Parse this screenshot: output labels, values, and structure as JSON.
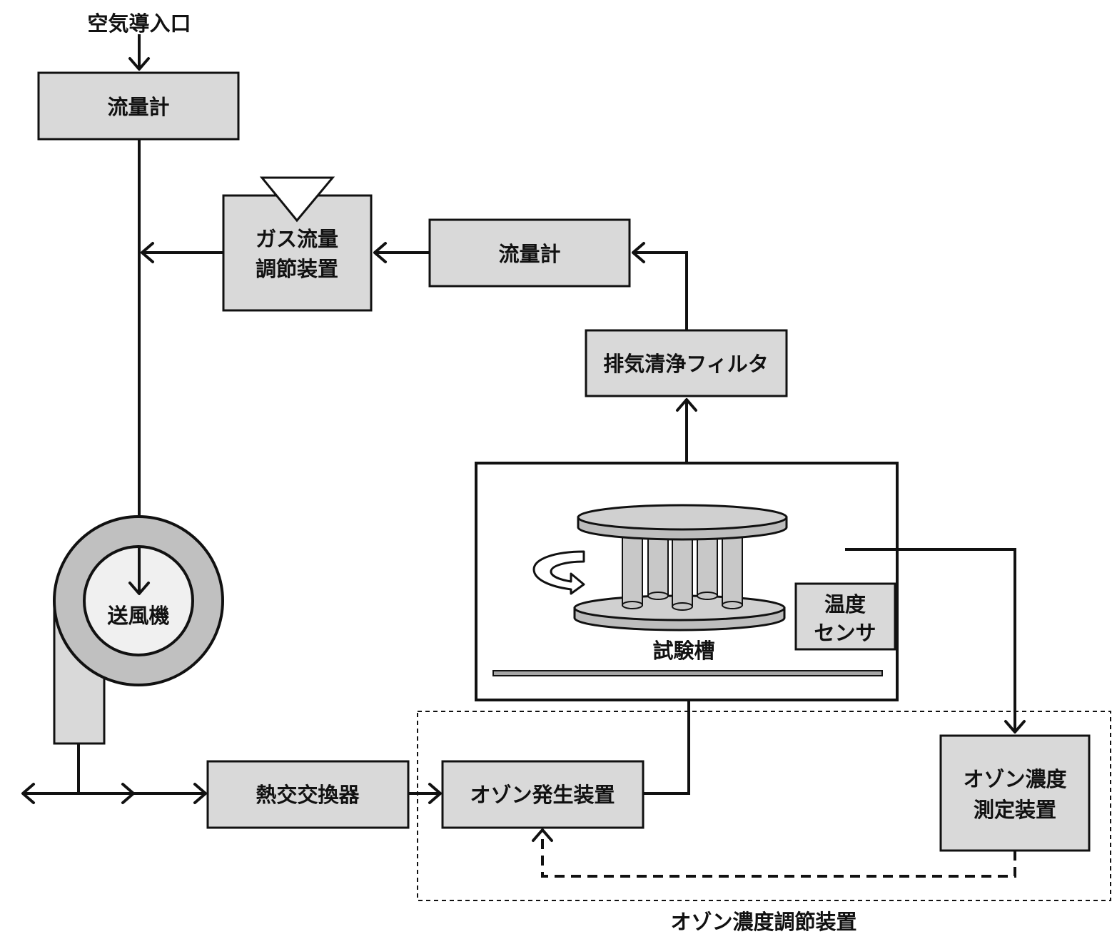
{
  "labels": {
    "air_inlet": "空気導入口",
    "flowmeter_top": "流量計",
    "gas_flow_line1": "ガス流量",
    "gas_flow_line2": "調節装置",
    "flowmeter_mid": "流量計",
    "exhaust_filter": "排気清浄フィルタ",
    "blower": "送風機",
    "test_chamber": "試験槽",
    "temp_sensor_line1": "温度",
    "temp_sensor_line2": "センサ",
    "heat_exchanger": "熱交交換器",
    "ozone_generator": "オゾン発生装置",
    "ozone_measure_line1": "オゾン濃度",
    "ozone_measure_line2": "測定装置",
    "ozone_control_unit": "オゾン濃度調節装置"
  },
  "colors": {
    "box_fill": "#d9d9d9",
    "stroke": "#111111",
    "blower_ring": "#c0c0c0",
    "blower_core": "#f0f0f0"
  }
}
